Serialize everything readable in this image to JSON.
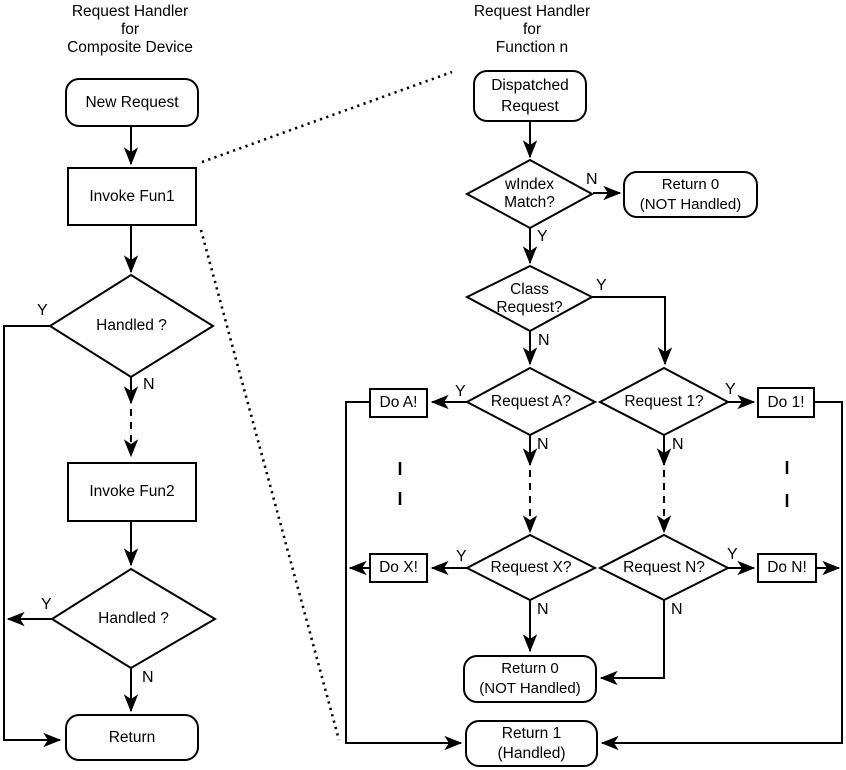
{
  "branch": {
    "yes": "Y",
    "no": "N"
  },
  "left": {
    "title": [
      "Request Handler",
      "for",
      "Composite Device"
    ],
    "new_request": "New Request",
    "invoke_fun1": "Invoke Fun1",
    "handled_1": "Handled ?",
    "invoke_fun2": "Invoke Fun2",
    "handled_2": "Handled ?",
    "return_node": "Return"
  },
  "right": {
    "title": [
      "Request Handler",
      "for",
      "Function n"
    ],
    "dispatched": [
      "Dispatched",
      "Request"
    ],
    "windex": [
      "wIndex",
      "Match?"
    ],
    "return0_top": [
      "Return 0",
      "(NOT Handled)"
    ],
    "class_request": [
      "Class",
      "Request?"
    ],
    "request_a": "Request A?",
    "request_1": "Request 1?",
    "do_a": "Do A!",
    "do_1": "Do 1!",
    "request_x": "Request X?",
    "request_n": "Request N?",
    "do_x": "Do X!",
    "do_n": "Do N!",
    "return0_bottom": [
      "Return 0",
      "(NOT Handled)"
    ],
    "return_1": [
      "Return 1",
      "(Handled)"
    ]
  }
}
